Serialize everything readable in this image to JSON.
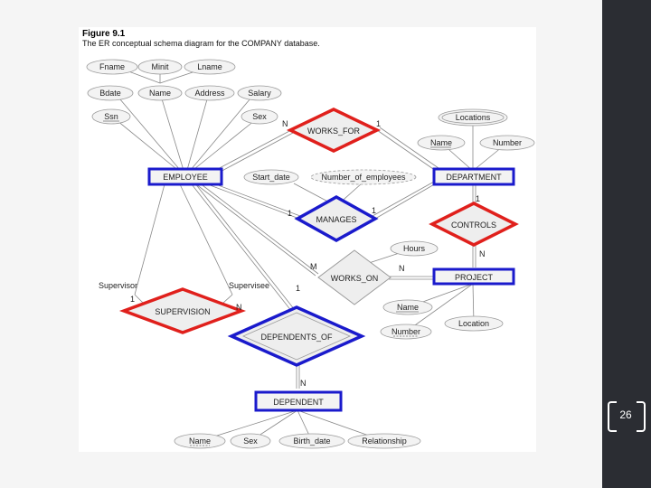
{
  "figure": {
    "title": "Figure 9.1",
    "caption": "The ER conceptual schema diagram for the COMPANY database."
  },
  "entities": {
    "employee": "EMPLOYEE",
    "department": "DEPARTMENT",
    "project": "PROJECT",
    "dependent": "DEPENDENT"
  },
  "relationships": {
    "works_for": "WORKS_FOR",
    "manages": "MANAGES",
    "controls": "CONTROLS",
    "works_on": "WORKS_ON",
    "supervision": "SUPERVISION",
    "dependents_of": "DEPENDENTS_OF"
  },
  "attributes": {
    "fname": "Fname",
    "minit": "Minit",
    "lname": "Lname",
    "bdate": "Bdate",
    "name": "Name",
    "address": "Address",
    "salary": "Salary",
    "ssn": "Ssn",
    "sex": "Sex",
    "start_date": "Start_date",
    "number_of_employees": "Number_of_employees",
    "locations": "Locations",
    "dept_name": "Name",
    "dept_number": "Number",
    "hours": "Hours",
    "proj_name": "Name",
    "proj_number": "Number",
    "location": "Location",
    "dep_name": "Name",
    "dep_sex": "Sex",
    "birth_date": "Birth_date",
    "relationship": "Relationship"
  },
  "cardinalities": {
    "wf_n": "N",
    "wf_1": "1",
    "mg_1a": "1",
    "mg_1b": "1",
    "ct_1": "1",
    "ct_n": "N",
    "wo_m": "M",
    "wo_n": "N",
    "sv_1": "1",
    "sv_n": "N",
    "do_1": "1",
    "do_n": "N"
  },
  "roles": {
    "supervisor": "Supervisor",
    "supervisee": "Supervisee"
  },
  "page_number": "26",
  "colors": {
    "entity_border": "#1a1acc",
    "relationship_red": "#e0201c",
    "relationship_blue": "#1a1acc",
    "sidebar": "#2b2d33"
  }
}
